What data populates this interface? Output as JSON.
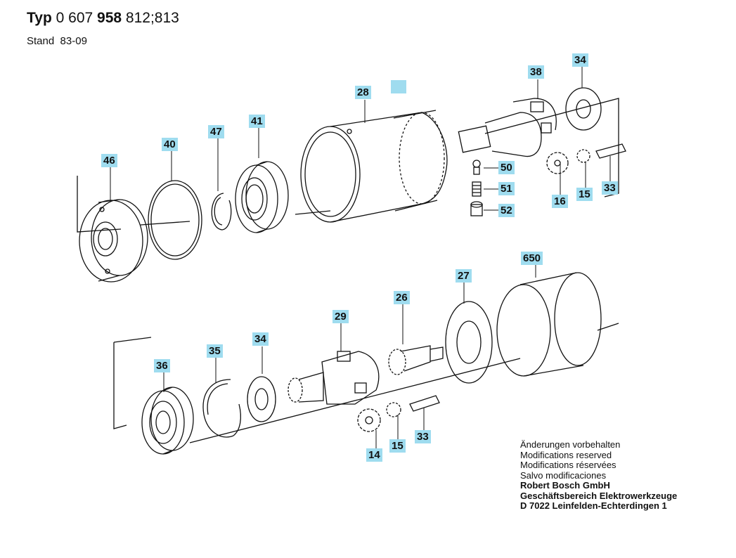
{
  "header": {
    "typ_label": "Typ",
    "typ_number_regular": "0 607",
    "typ_number_bold": "958",
    "typ_variants": "812;813",
    "stand_label": "Stand",
    "stand_value": "83-09"
  },
  "part_labels": {
    "p46": "46",
    "p40": "40",
    "p47": "47",
    "p41": "41",
    "p28": "28",
    "p38": "38",
    "p34_top": "34",
    "p50": "50",
    "p51": "51",
    "p52": "52",
    "p16": "16",
    "p15_top": "15",
    "p33_top": "33",
    "p650": "650",
    "p27": "27",
    "p26": "26",
    "p29": "29",
    "p34_bottom": "34",
    "p35": "35",
    "p36": "36",
    "p14": "14",
    "p15_bottom": "15",
    "p33_bottom": "33"
  },
  "notes": {
    "line1": "Änderungen vorbehalten",
    "line2": "Modifications reserved",
    "line3": "Modifications réservées",
    "line4": "Salvo modificaciones",
    "company1": "Robert Bosch GmbH",
    "company2": "Geschäftsbereich Elektrowerkzeuge",
    "company3": "D 7022 Leinfelden-Echterdingen 1"
  },
  "colors": {
    "label_bg": "#9fdcef",
    "line": "#111111"
  }
}
